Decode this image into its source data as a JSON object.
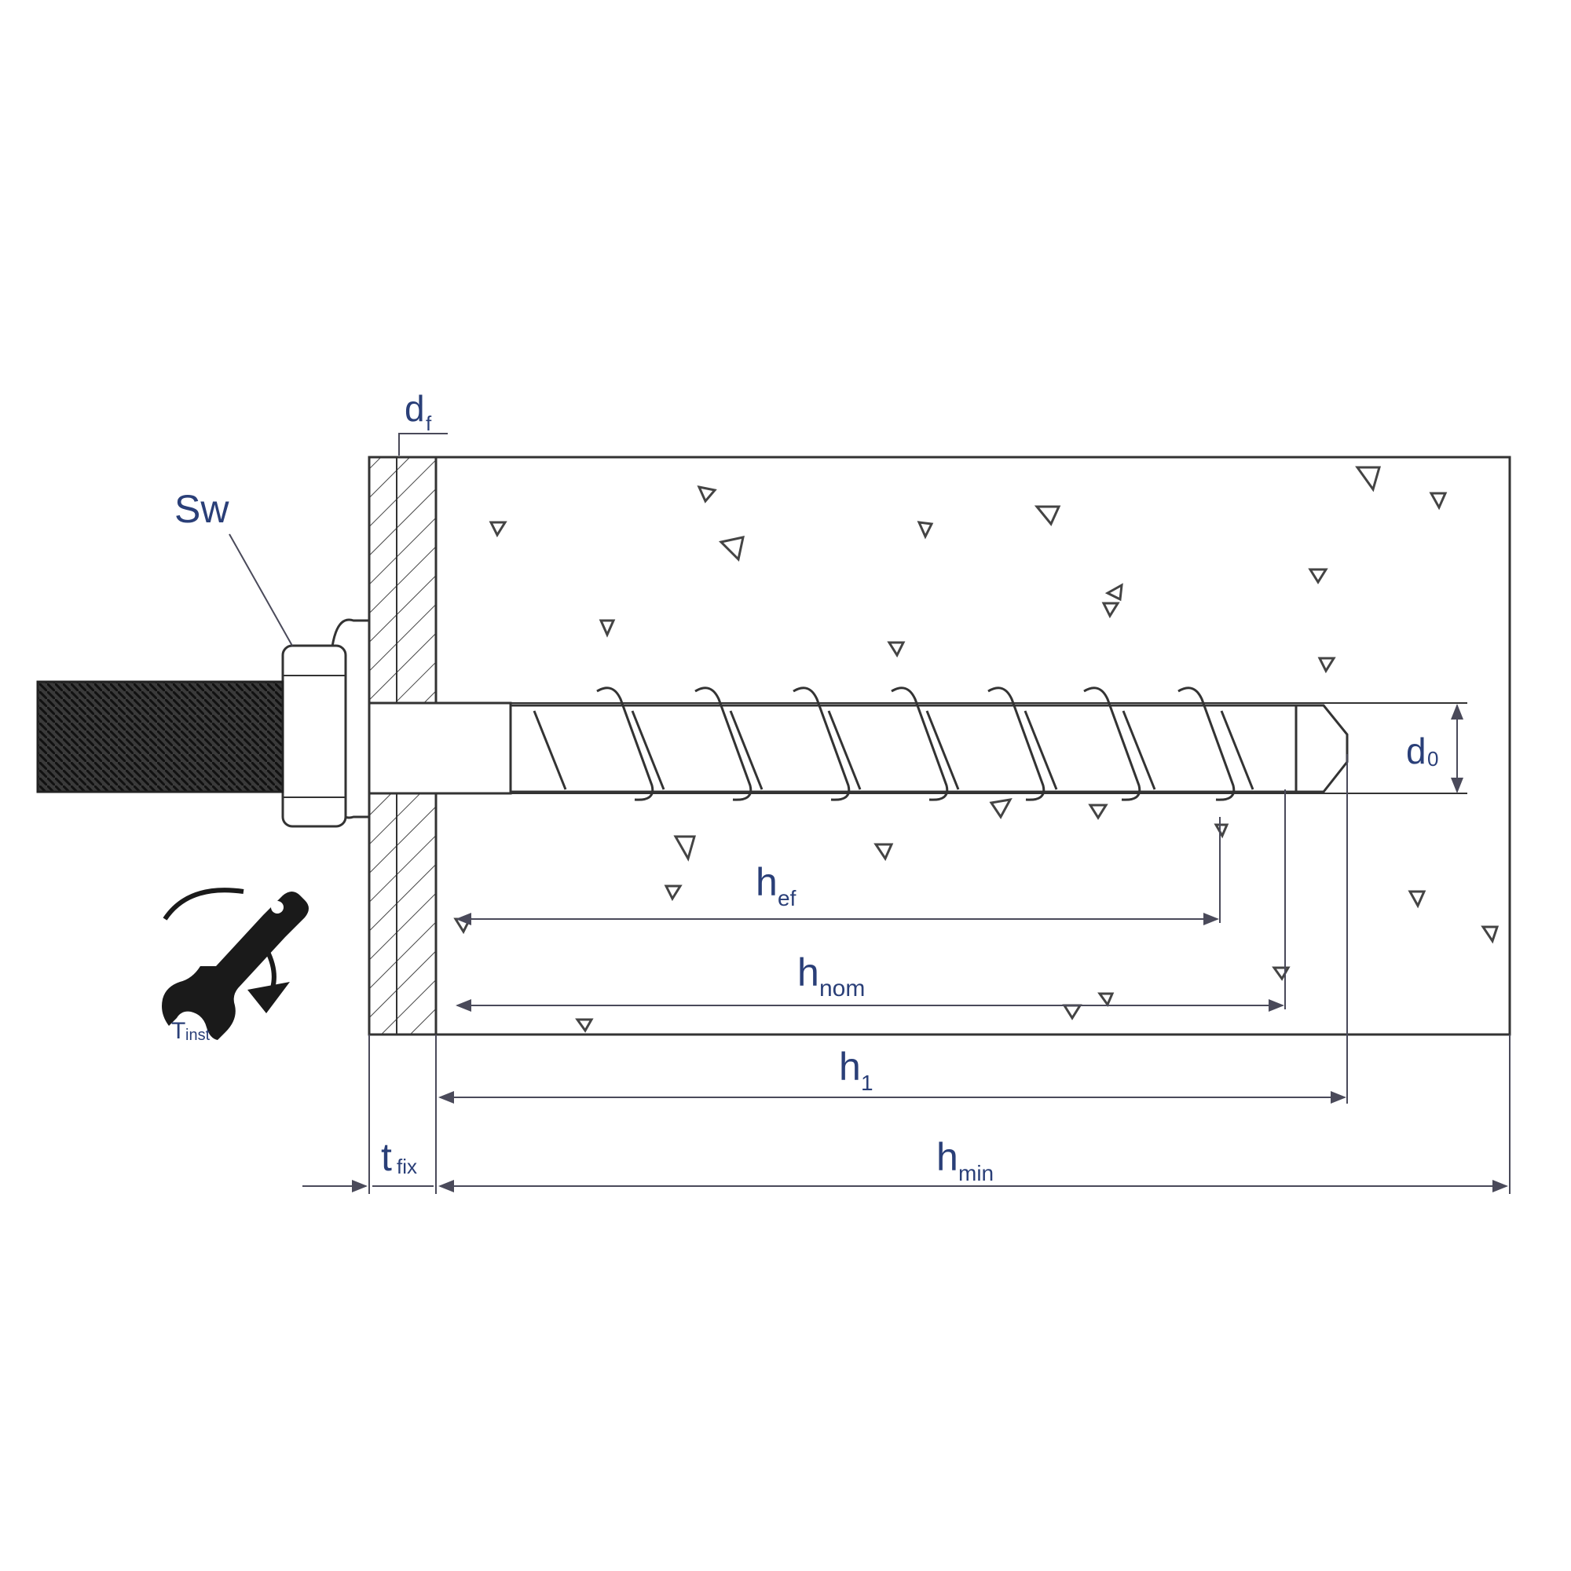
{
  "labels": {
    "sw": "Sw",
    "d_f": "d",
    "d_f_sub": "f",
    "d_0": "d",
    "d_0_sub": "0",
    "h_ef": "h",
    "h_ef_sub": "ef",
    "h_nom": "h",
    "h_nom_sub": "nom",
    "h_1": "h",
    "h_1_sub": "1",
    "h_min": "h",
    "h_min_sub": "min",
    "t_fix": "t",
    "t_fix_sub": "fix",
    "torque": "T",
    "torque_sub": "inst"
  },
  "icons": {
    "wrench": "wrench-icon",
    "rotation_arrow": "rotation-arrow-icon"
  },
  "colors": {
    "label": "#2a3f78",
    "line": "#333333"
  }
}
